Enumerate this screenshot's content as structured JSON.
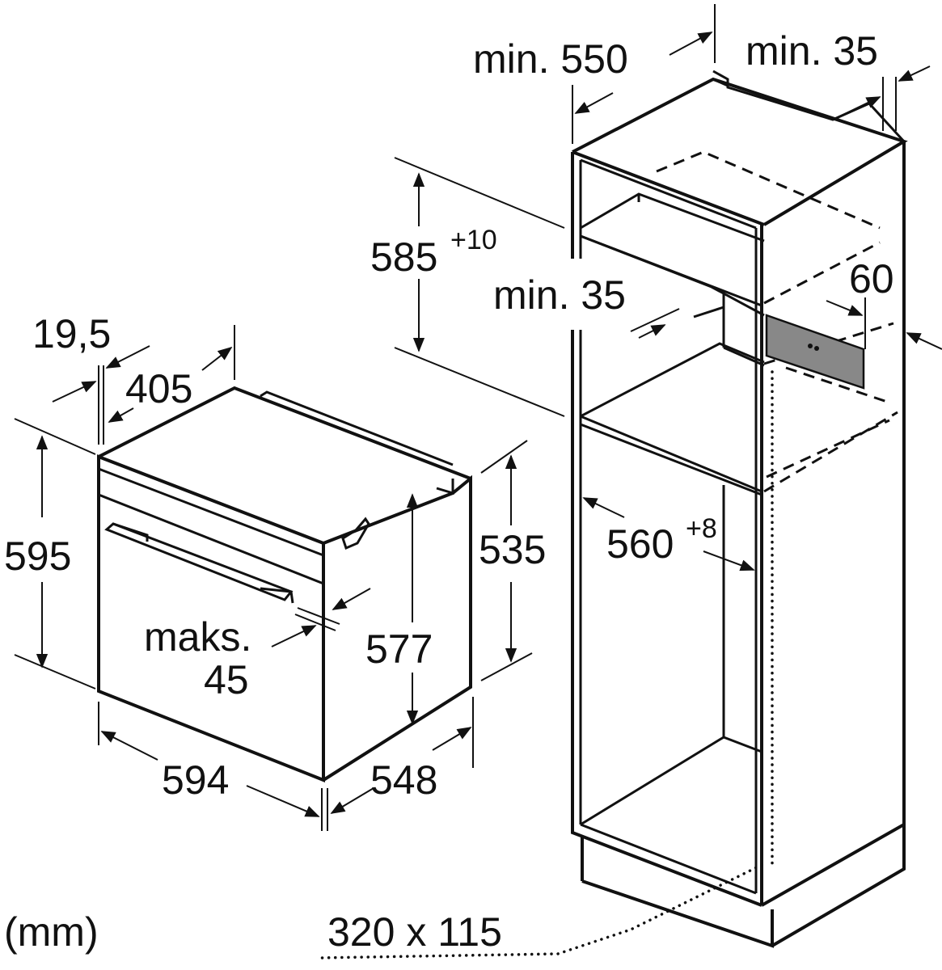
{
  "unit_note": "(mm)",
  "labels": {
    "cab_depth": "min. 550",
    "cab_rear_gap": "min. 35",
    "niche_height": "585",
    "niche_height_tol": "+10",
    "shelf_gap": "min. 35",
    "vent_depth": "60",
    "niche_width": "560",
    "niche_width_tol": "+8",
    "vent_opening": "320 x 115",
    "oven_front_thickness": "19,5",
    "oven_top_depth": "405",
    "oven_height": "595",
    "oven_body_height": "535",
    "oven_inner_height": "577",
    "handle_label": "maks.",
    "handle_value": "45",
    "oven_width": "594",
    "oven_body_width": "548"
  }
}
